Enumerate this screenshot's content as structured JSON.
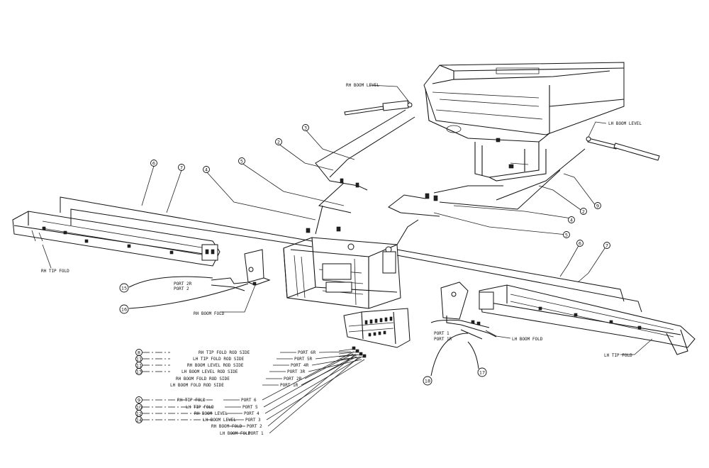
{
  "callouts": {
    "rh_boom_level": "RH BOOM LEVEL",
    "lh_boom_level": "LH BOOM LEVEL",
    "rh_tip_fold": "RH TIP FOLD",
    "lh_tip_fold": "LH TIP FOLD",
    "rh_boom_fold": "RH BOOM FOLD",
    "lh_boom_fold": "LH BOOM FOLD",
    "port_2r": "PORT 2R",
    "port_2": "PORT 2",
    "port_1": "PORT 1",
    "port_1r": "PORT 1R"
  },
  "balloons": {
    "b2_top": "2",
    "b3_top": "3",
    "b4_top": "4",
    "b5_top": "5",
    "b6_left": "6",
    "b7_left": "7",
    "b9_right": "9",
    "b2_right": "2",
    "b4_right": "4",
    "b5_right": "5",
    "b6_right": "6",
    "b7_right": "7",
    "b15_a": "15",
    "b16_a": "16",
    "b18_a": "18",
    "b17_a": "17"
  },
  "port_table": {
    "upper": [
      {
        "item": "8",
        "name": "RH TIP FOLD ROD SIDE",
        "port": "PORT 6R"
      },
      {
        "item": "11",
        "name": "LH TIP FOLD ROD SIDE",
        "port": "PORT 5R"
      },
      {
        "item": "11",
        "name": "RH BOOM LEVEL ROD SIDE",
        "port": "PORT 4R"
      },
      {
        "item": "13",
        "name": "LH BOOM LEVEL ROD SIDE",
        "port": "PORT 3R"
      },
      {
        "item": "",
        "name": "RH BOOM FOLD ROD SIDE",
        "port": "PORT 2R"
      },
      {
        "item": "",
        "name": "LH BOOM FOLD ROD SIDE",
        "port": "PORT 1R"
      }
    ],
    "lower": [
      {
        "item": "9",
        "name": "RH TIP FOLD",
        "port": "PORT 6"
      },
      {
        "item": "10",
        "name": "LH TIP FOLD",
        "port": "PORT 5"
      },
      {
        "item": "12",
        "name": "RH BOOM LEVEL",
        "port": "PORT 4"
      },
      {
        "item": "14",
        "name": "LH BOOM LEVEL",
        "port": "PORT 3"
      },
      {
        "item": "",
        "name": "RH BOOM FOLD",
        "port": "PORT 2"
      },
      {
        "item": "",
        "name": "LH BOOM FOLD",
        "port": "PORT 1"
      }
    ]
  }
}
